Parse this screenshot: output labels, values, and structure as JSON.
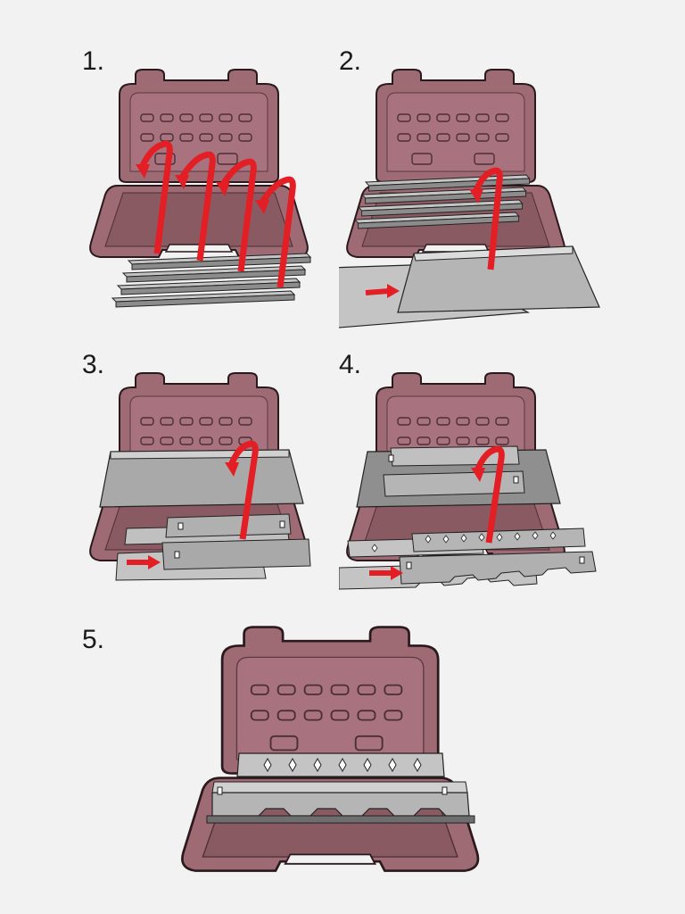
{
  "steps": [
    {
      "number": "1."
    },
    {
      "number": "2."
    },
    {
      "number": "3."
    },
    {
      "number": "4."
    },
    {
      "number": "5."
    }
  ],
  "colors": {
    "case_body": "#9e6a74",
    "case_dark": "#7d4f58",
    "case_edge": "#2b1a1d",
    "panel_gray": "#a9a9a9",
    "panel_light": "#c4c4c4",
    "arrow_red": "#e31e24",
    "background": "#f2f2f2"
  },
  "icons": [
    "open-case-icon",
    "rail-icon",
    "arrow-icon",
    "insert-plate-icon",
    "serrated-rail-icon"
  ]
}
